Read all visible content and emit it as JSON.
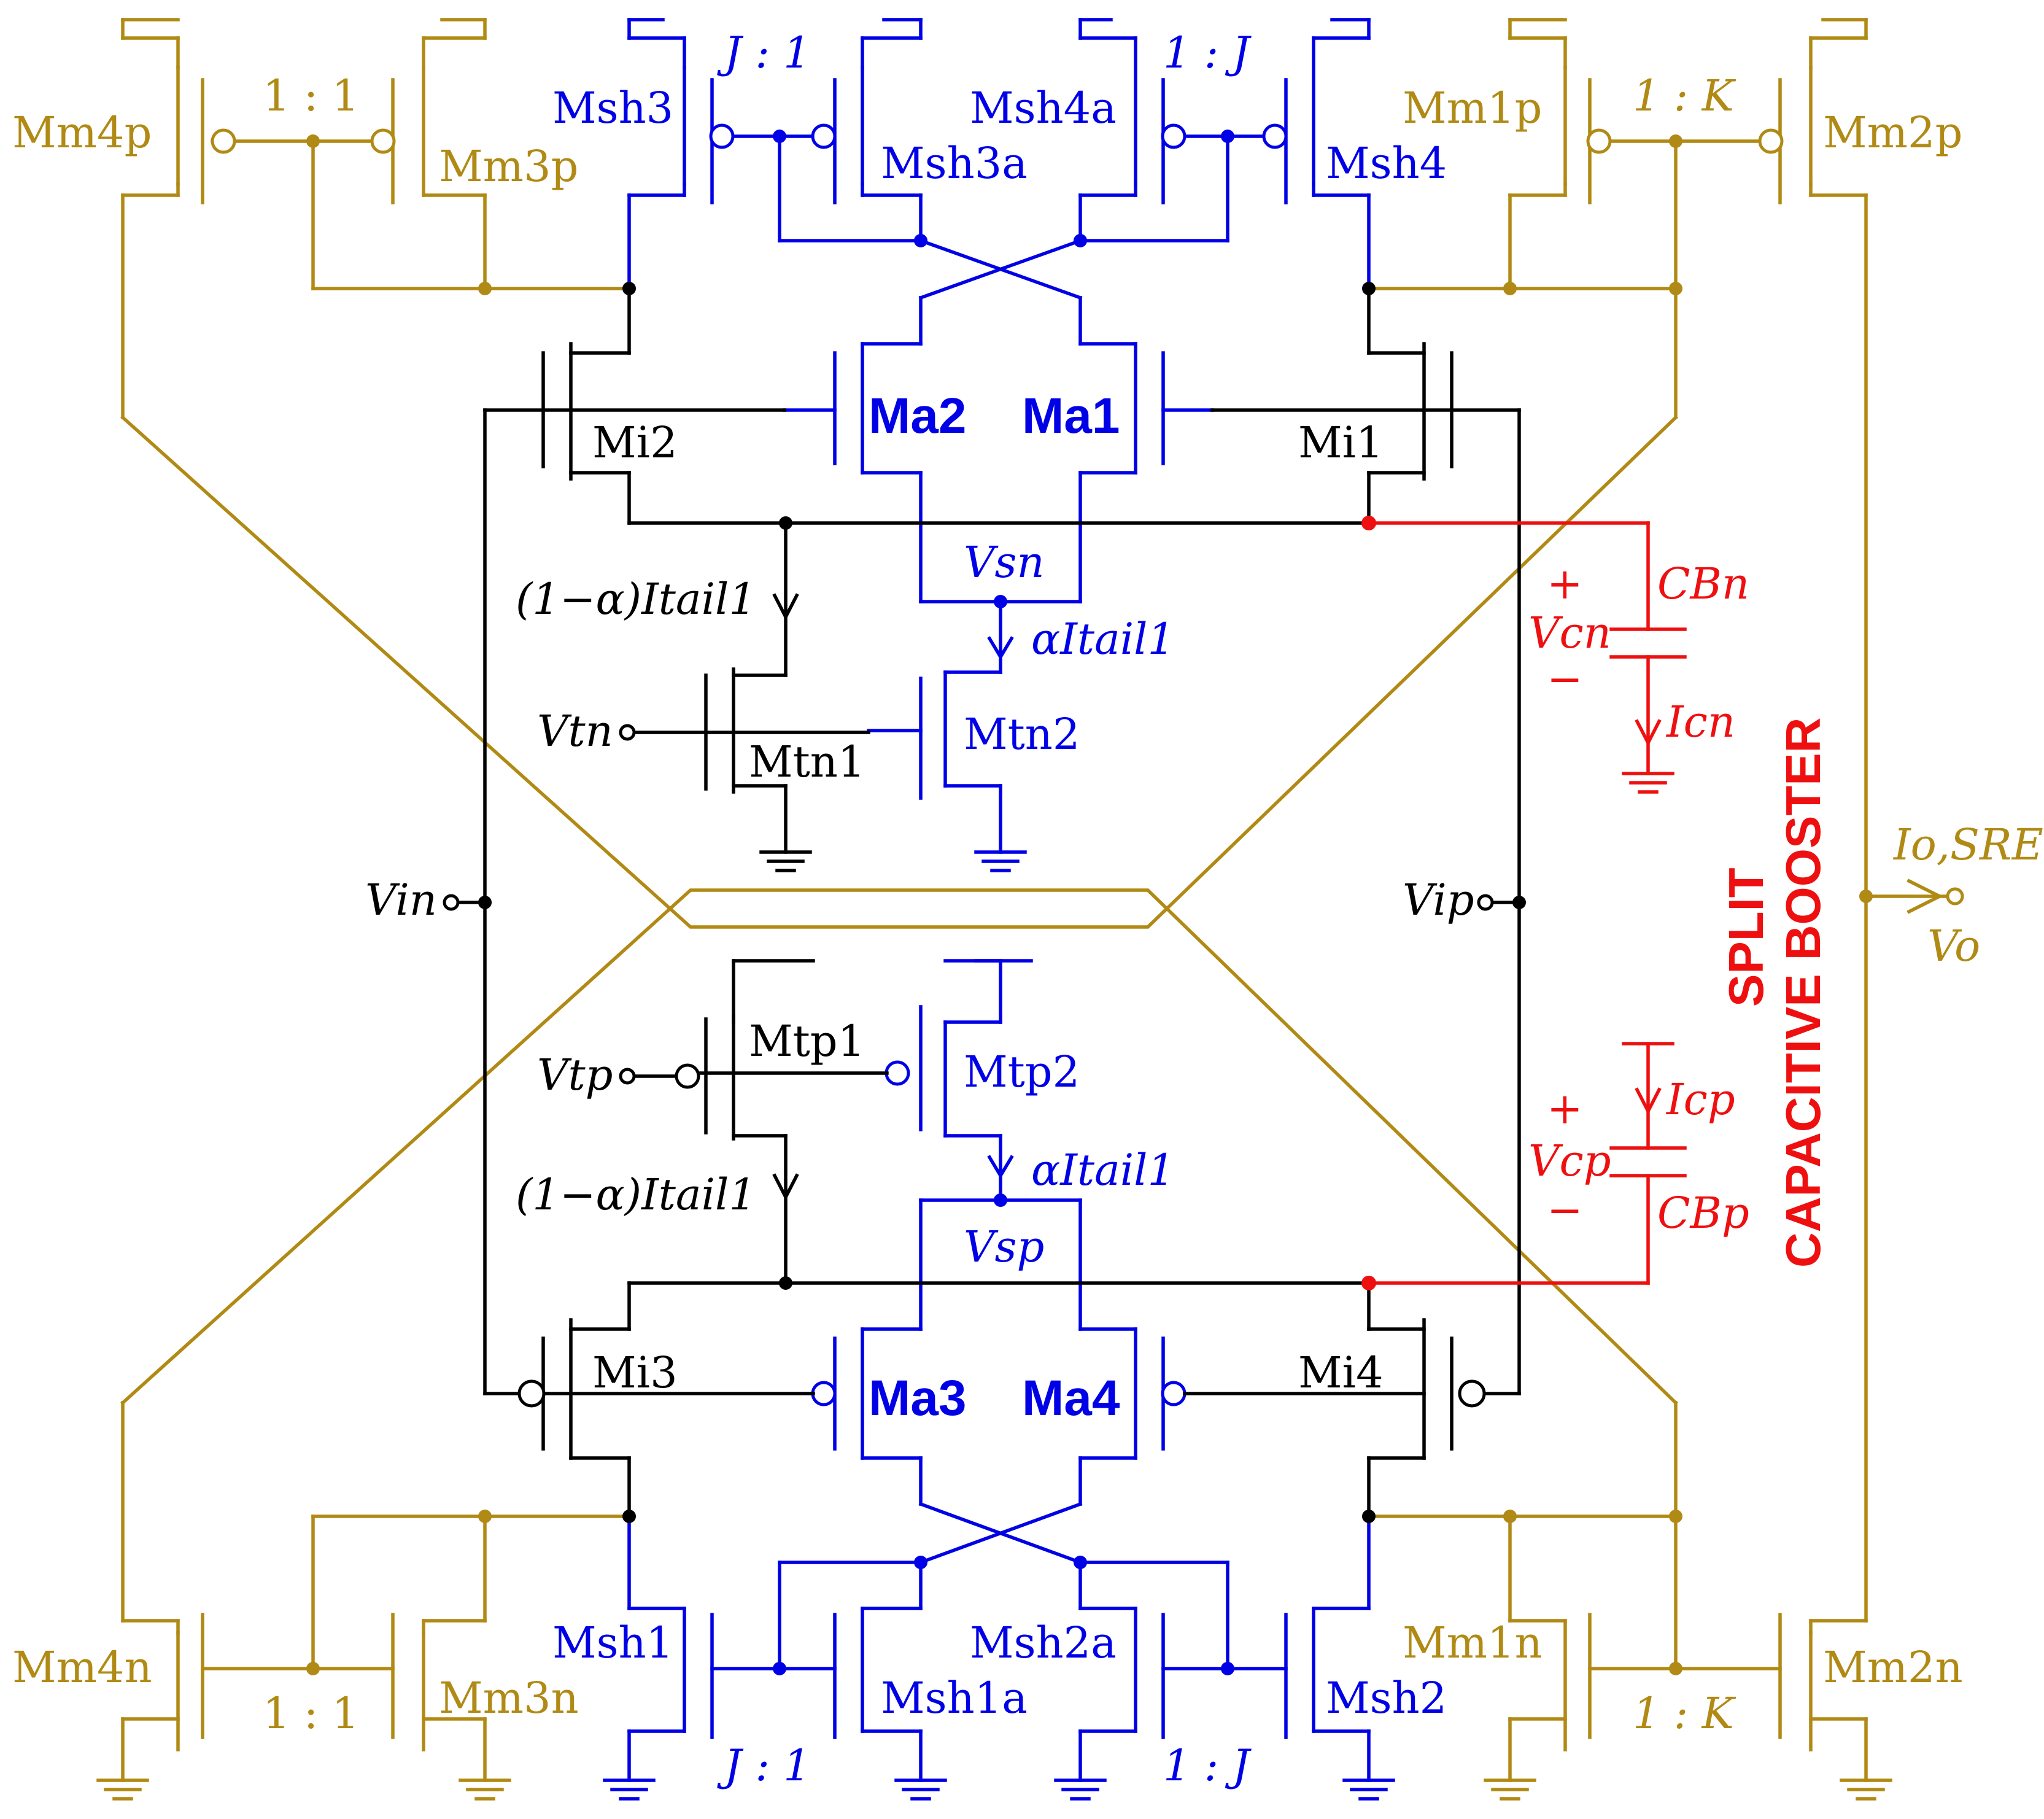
{
  "labels": {
    "mm4p": "Mm4p",
    "mm3p": "Mm3p",
    "ratio_top_left": "1 : 1",
    "msh3": "Msh3",
    "msh3a": "Msh3a",
    "ratio_top_j1": "J : 1",
    "msh4a": "Msh4a",
    "msh4": "Msh4",
    "ratio_top_1j": "1 : J",
    "mm1p": "Mm1p",
    "mm2p": "Mm2p",
    "ratio_top_right": "1 : K",
    "mi2": "Mi2",
    "ma2": "Ma2",
    "ma1": "Ma1",
    "mi1": "Mi1",
    "vsn": "Vsn",
    "tail_left_top": "(1−α)Itail1",
    "tail_right_top": "αItail1",
    "vtn": "Vtn",
    "mtn1": "Mtn1",
    "mtn2": "Mtn2",
    "vin": "Vin",
    "vip": "Vip",
    "vtp": "Vtp",
    "mtp1": "Mtp1",
    "mtp2": "Mtp2",
    "tail_left_bot": "(1−α)Itail1",
    "tail_right_bot": "αItail1",
    "vsp": "Vsp",
    "mi3": "Mi3",
    "ma3": "Ma3",
    "ma4": "Ma4",
    "mi4": "Mi4",
    "msh1": "Msh1",
    "msh1a": "Msh1a",
    "msh2a": "Msh2a",
    "msh2": "Msh2",
    "mm4n": "Mm4n",
    "mm3n": "Mm3n",
    "mm1n": "Mm1n",
    "mm2n": "Mm2n",
    "ratio_bot_left": "1 : 1",
    "ratio_bot_j1": "J : 1",
    "ratio_bot_1j": "1 : J",
    "ratio_bot_right": "1 : K",
    "cbn": "CBn",
    "vcn": "Vcn",
    "icn": "Icn",
    "cbp": "CBp",
    "vcp": "Vcp",
    "icp": "Icp",
    "plus": "+",
    "minus": "−",
    "booster_line1": "SPLIT",
    "booster_line2": "CAPACITIVE BOOSTER",
    "io_sre": "Io,SRE",
    "vo": "Vo"
  },
  "colors": {
    "black": "#000000",
    "blue": "#0000e6",
    "gold": "#b08a14",
    "red": "#ee1010"
  }
}
